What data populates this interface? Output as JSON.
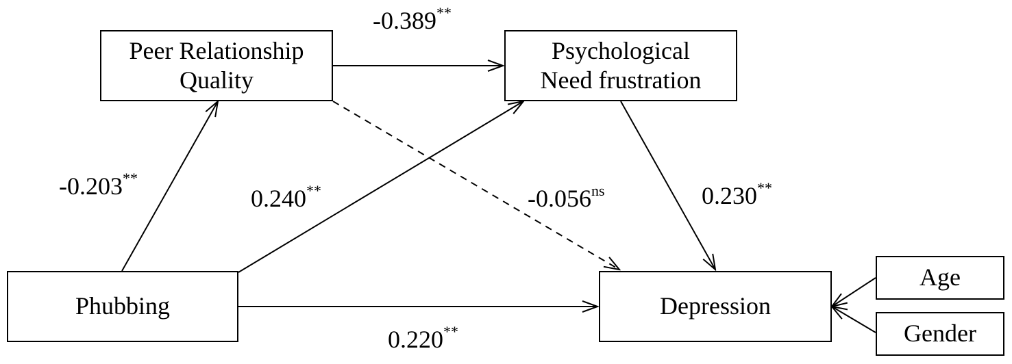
{
  "nodes": {
    "peer": {
      "line1": "Peer Relationship",
      "line2": "Quality"
    },
    "psych": {
      "line1": "Psychological",
      "line2": "Need frustration"
    },
    "phubbing": {
      "label": "Phubbing"
    },
    "depression": {
      "label": "Depression"
    },
    "age": {
      "label": "Age"
    },
    "gender": {
      "label": "Gender"
    }
  },
  "paths": {
    "peer_to_psych": {
      "value": "-0.389",
      "sig": "**"
    },
    "phubbing_to_peer": {
      "value": "-0.203",
      "sig": "**"
    },
    "phubbing_to_psych": {
      "value": "0.240",
      "sig": "**"
    },
    "peer_to_depression": {
      "value": "-0.056",
      "sig": "ns",
      "style": "dashed"
    },
    "psych_to_depression": {
      "value": "0.230",
      "sig": "**"
    },
    "phubbing_to_depression": {
      "value": "0.220",
      "sig": "**"
    }
  }
}
